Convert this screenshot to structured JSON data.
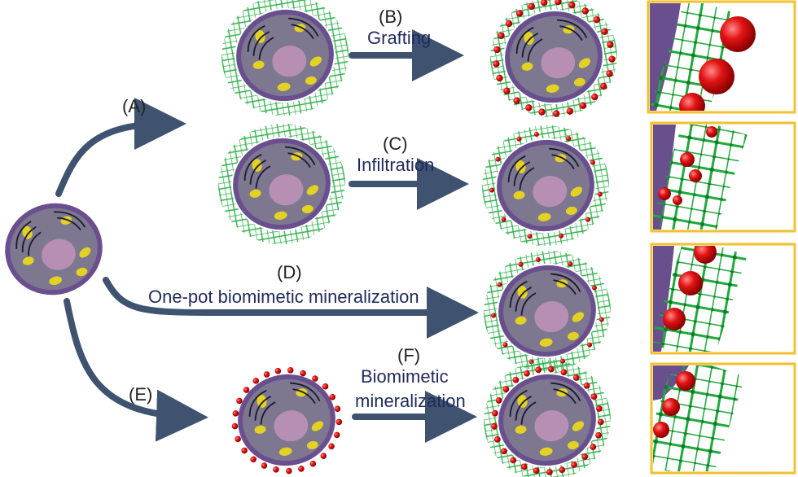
{
  "labels": {
    "A": "(A)",
    "B": "(B)",
    "C": "(C)",
    "D": "(D)",
    "E": "(E)",
    "F": "(F)",
    "grafting": "Grafting",
    "infiltration": "Infiltration",
    "one_pot": "One-pot biomimetic mineralization",
    "biomimetic_line1": "Biomimetic",
    "biomimetic_line2": "mineralization"
  },
  "colors": {
    "arrow": "#3f5370",
    "text": "#1f2a5c",
    "cell_membrane": "#6a4f8e",
    "cell_body": "#7d7890",
    "nucleus": "#b78fb5",
    "organelle": "#e3d223",
    "framework": "#2fb24a",
    "particle": "#e01313",
    "zoom_frame": "#f2c12e"
  },
  "icons": {
    "cell": "cell-icon",
    "framework_shell": "framework-shell-icon",
    "nanoparticle": "nanoparticle-icon",
    "zoom_detail": "zoom-detail-icon"
  }
}
